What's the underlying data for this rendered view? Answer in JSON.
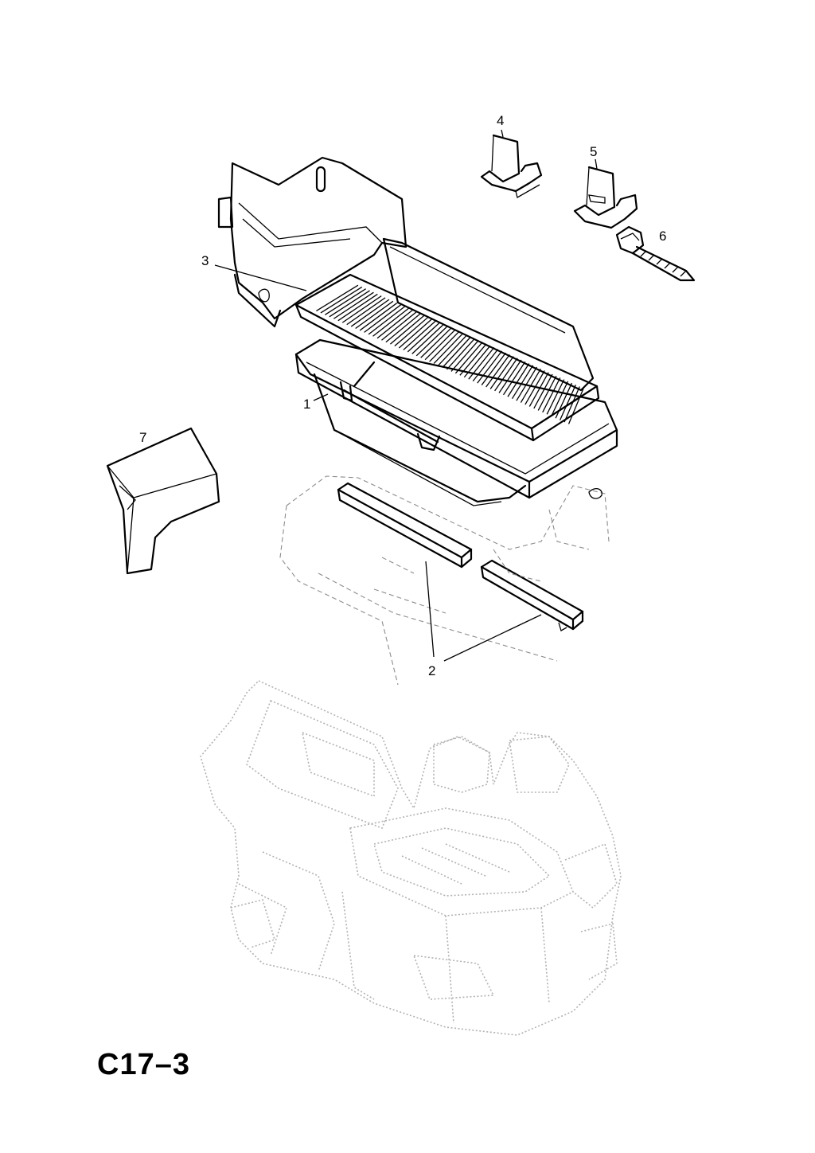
{
  "diagram": {
    "reference": "C17–3",
    "callouts": [
      {
        "id": "1",
        "label": "1"
      },
      {
        "id": "2",
        "label": "2"
      },
      {
        "id": "3",
        "label": "3"
      },
      {
        "id": "4",
        "label": "4"
      },
      {
        "id": "5",
        "label": "5"
      },
      {
        "id": "6",
        "label": "6"
      },
      {
        "id": "7",
        "label": "7"
      }
    ]
  }
}
